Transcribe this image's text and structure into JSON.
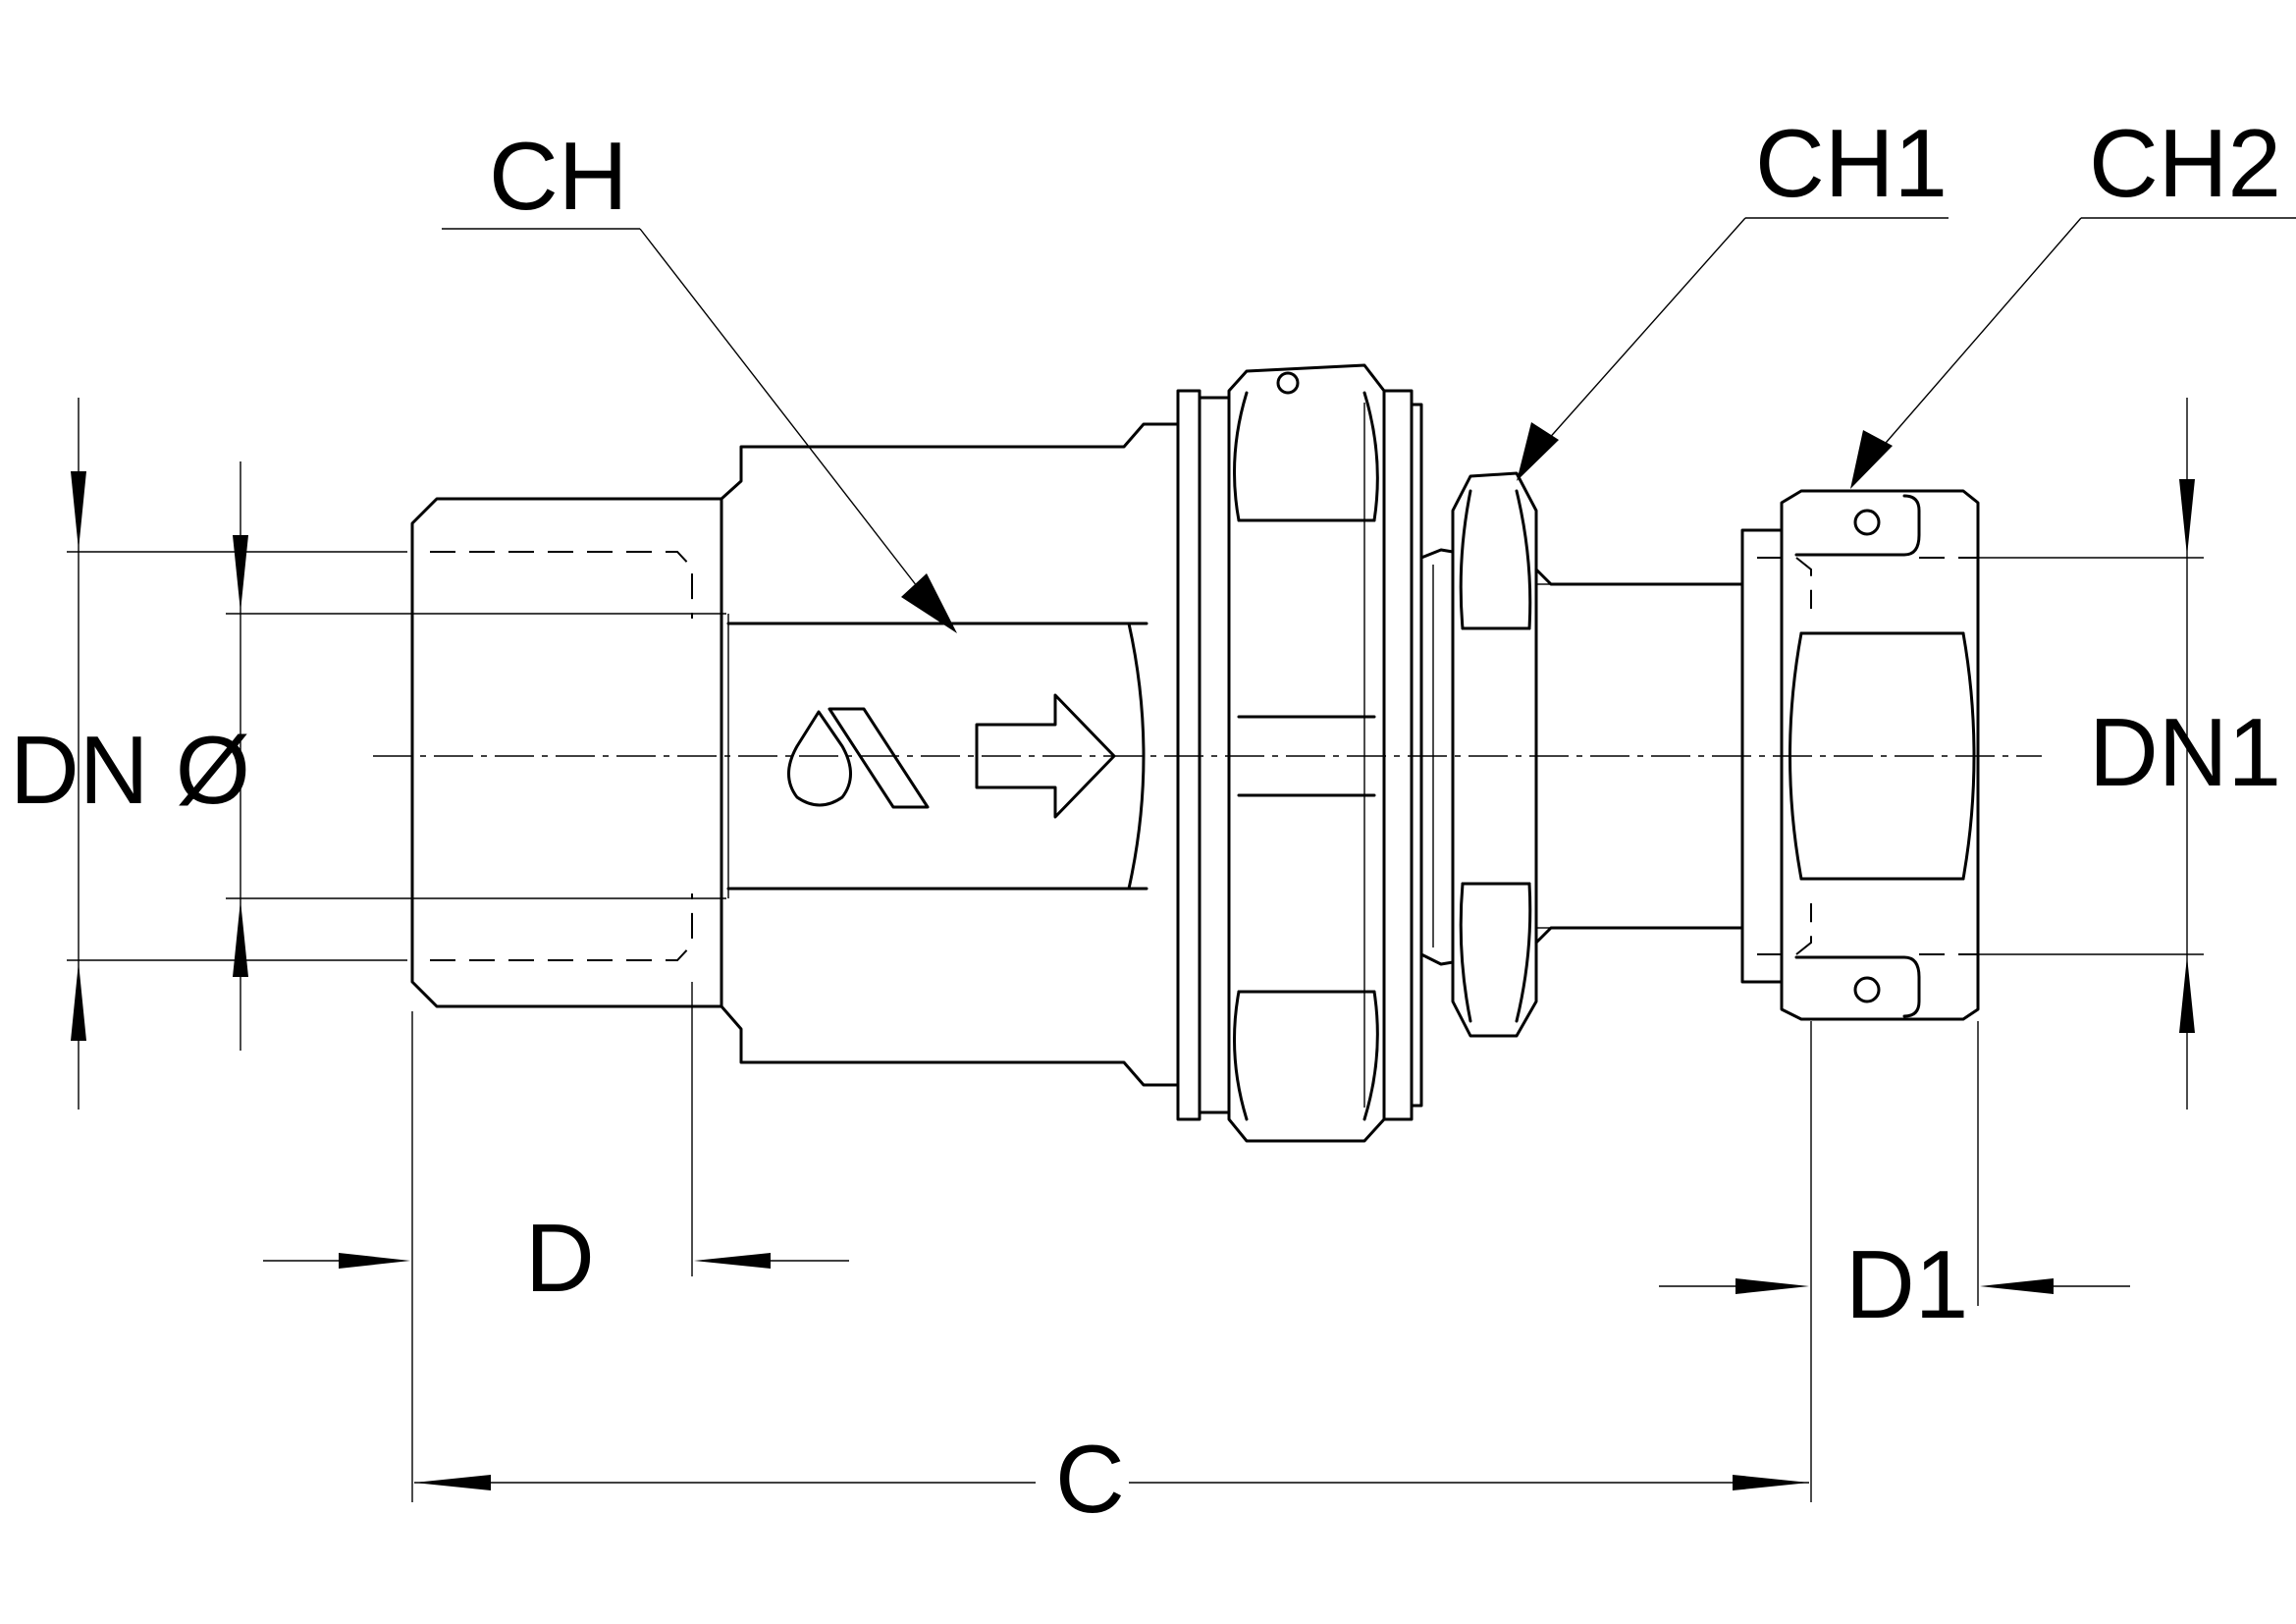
{
  "labels": {
    "ch": "CH",
    "ch1": "CH1",
    "ch2": "CH2",
    "dn": "DN Ø",
    "dn1": "DN1",
    "d": "D",
    "d1": "D1",
    "c": "C"
  }
}
